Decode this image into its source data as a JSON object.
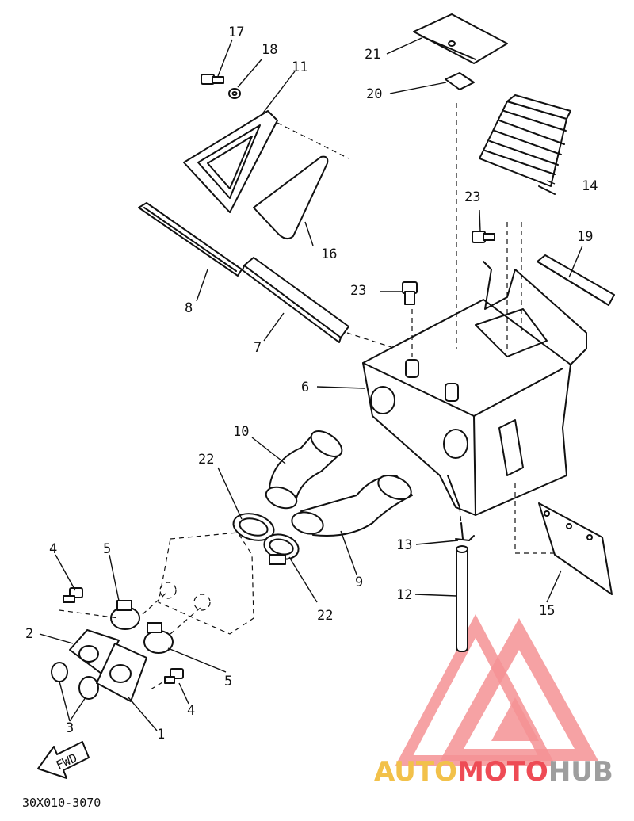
{
  "diagram": {
    "callouts": {
      "c1": "1",
      "c2": "2",
      "c3": "3",
      "c4a": "4",
      "c4b": "4",
      "c5a": "5",
      "c5b": "5",
      "c6": "6",
      "c7": "7",
      "c8": "8",
      "c9": "9",
      "c10": "10",
      "c11": "11",
      "c12": "12",
      "c13": "13",
      "c14": "14",
      "c15": "15",
      "c16": "16",
      "c17": "17",
      "c18": "18",
      "c19": "19",
      "c20": "20",
      "c21": "21",
      "c22a": "22",
      "c22b": "22",
      "c23a": "23",
      "c23b": "23"
    },
    "fwd_arrow_label": "FWD",
    "drawing_code": "30X010-3070"
  },
  "watermark": {
    "auto": "AUTO",
    "moto": "MOTO",
    "hub": "HUB",
    "colors": {
      "auto": "#f2c14a",
      "moto": "#ee4b55",
      "hub": "#9e9e9e",
      "triangle": "#f2777a"
    }
  }
}
